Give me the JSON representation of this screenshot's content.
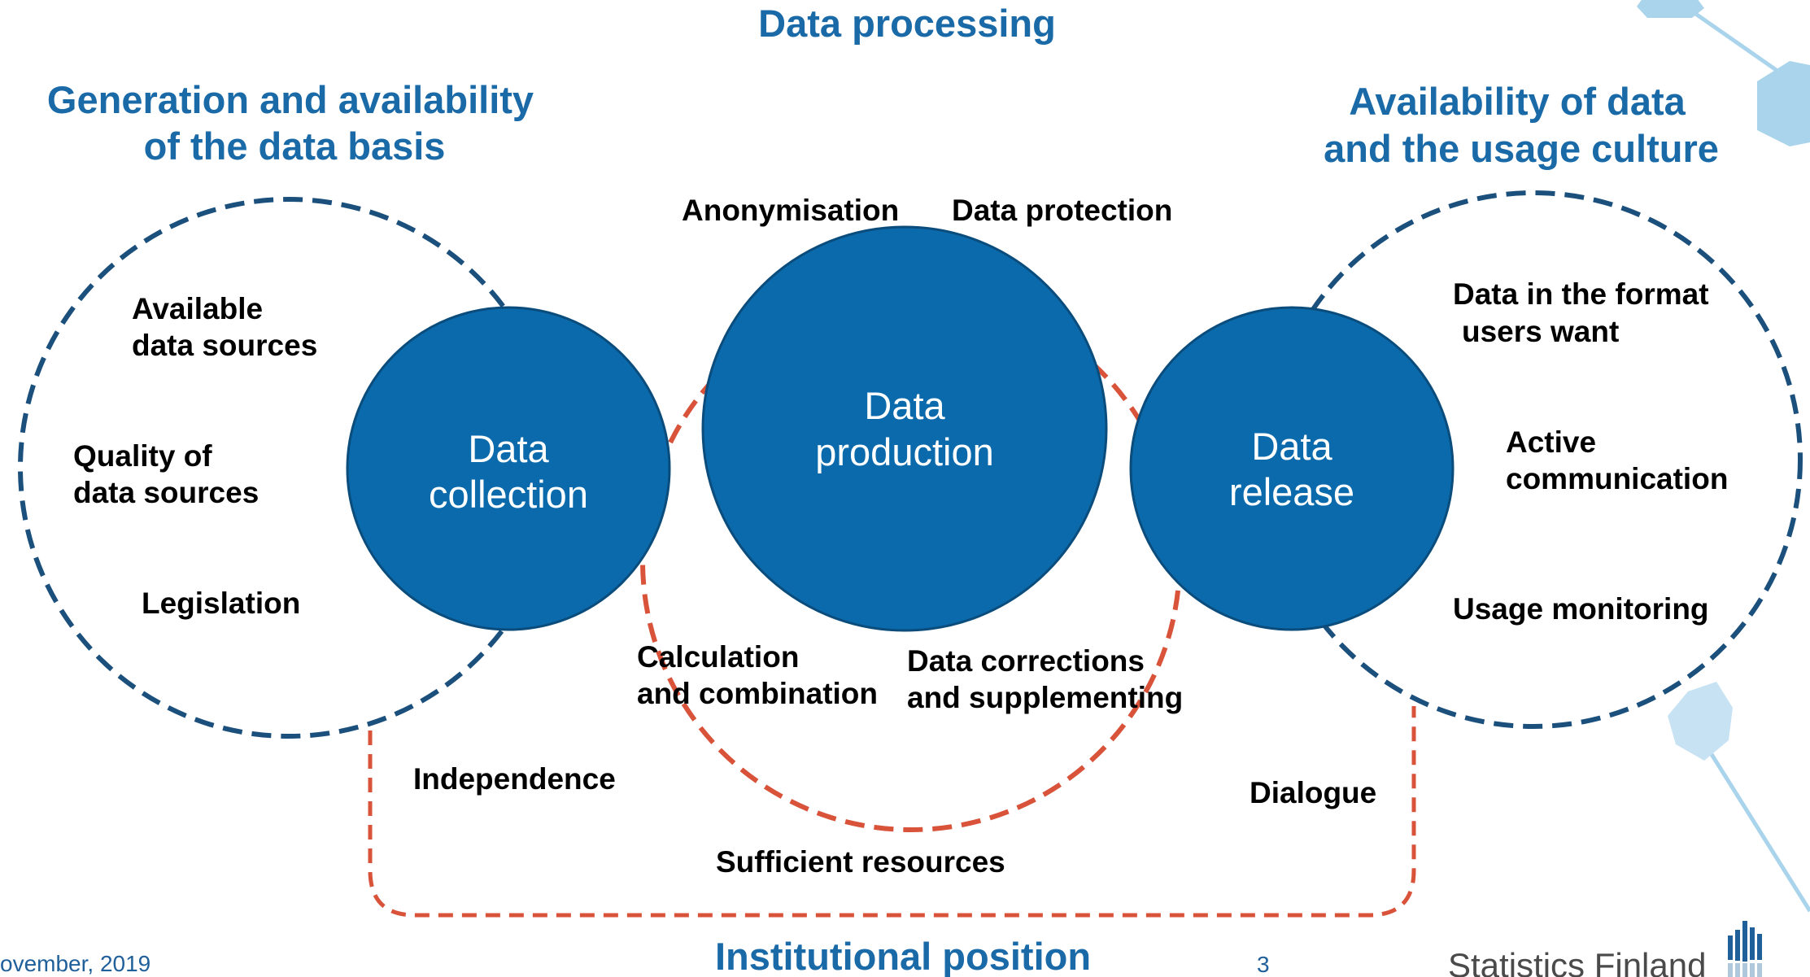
{
  "colors": {
    "blue_dash": "#1b4f7c",
    "red_dash": "#d8533a",
    "hub_fill": "#0b6aac",
    "hub_stroke": "#0a4c7b",
    "heading": "#1a6aa8",
    "deco": "#a9d4ec"
  },
  "headings": {
    "data_processing": "Data processing",
    "generation_line1": "Generation and availability",
    "generation_line2": "of the data basis",
    "availability_line1": "Availability of data",
    "availability_line2": "and the usage culture",
    "institutional_position": "Institutional position"
  },
  "hubs": {
    "collection_line1": "Data",
    "collection_line2": "collection",
    "production_line1": "Data",
    "production_line2": "production",
    "release_line1": "Data",
    "release_line2": "release"
  },
  "left_items": {
    "available_line1": "Available",
    "available_line2": "data sources",
    "quality_line1": "Quality of",
    "quality_line2": "data sources",
    "legislation": "Legislation"
  },
  "center_items": {
    "anonymisation": "Anonymisation",
    "data_protection": "Data protection",
    "calculation_line1": "Calculation",
    "calculation_line2": "and combination",
    "corrections_line1": "Data corrections",
    "corrections_line2": "and supplementing"
  },
  "right_items": {
    "format_line1": "Data in the format",
    "format_line2": "users want",
    "active_line1": "Active",
    "active_line2": "communication",
    "usage_monitoring": "Usage monitoring"
  },
  "institutional_items": {
    "independence": "Independence",
    "dialogue": "Dialogue",
    "sufficient_resources": "Sufficient resources"
  },
  "footer": {
    "date": "ovember, 2019",
    "page_number": "3",
    "logo_text": "Statistics Finland"
  }
}
